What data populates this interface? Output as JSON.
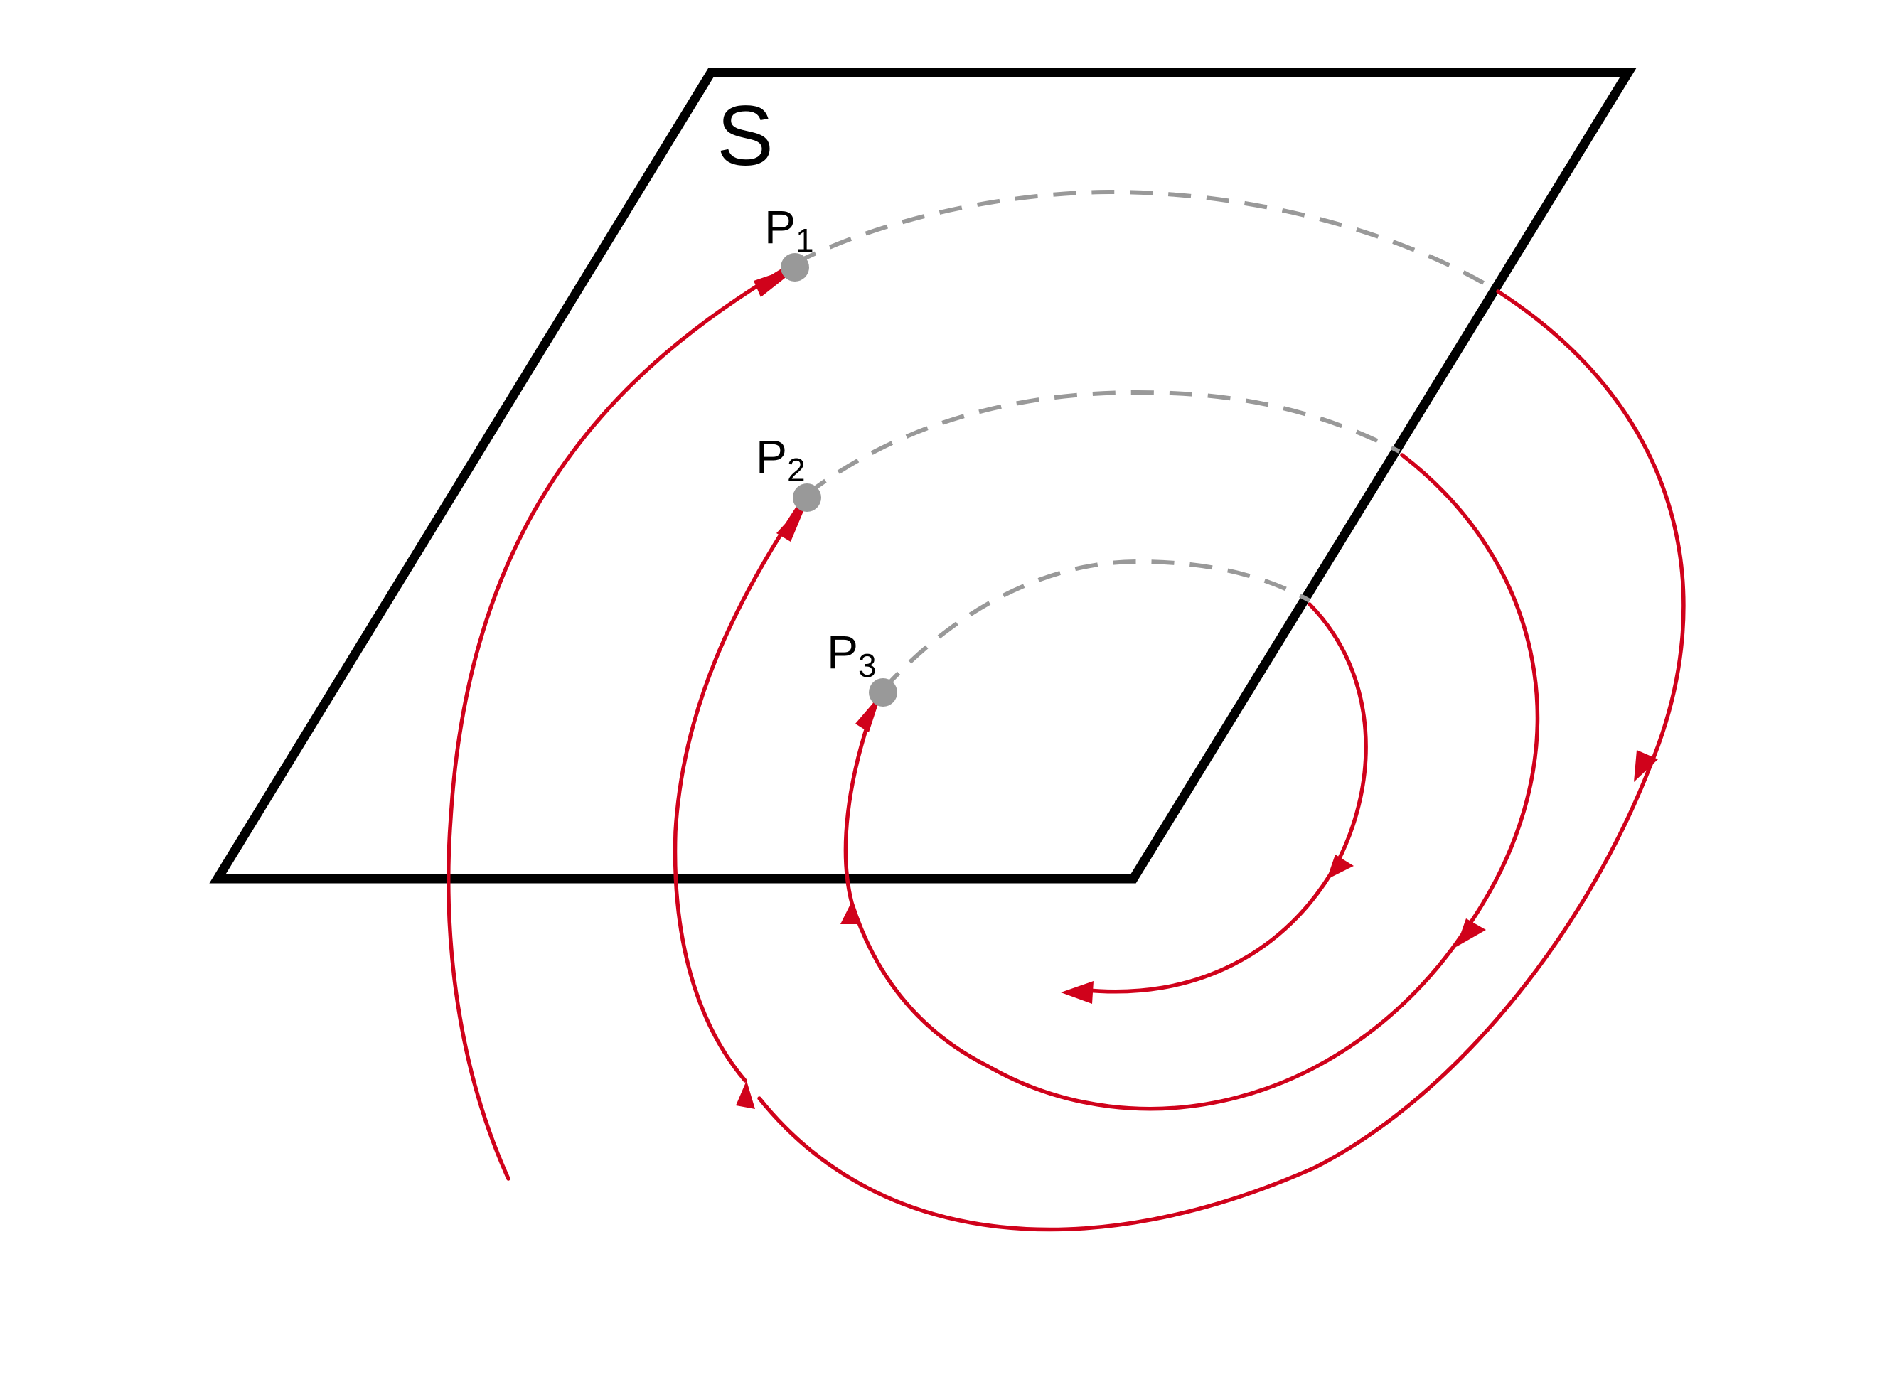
{
  "surface": {
    "label": "S"
  },
  "points": [
    {
      "base": "P",
      "sub": "1"
    },
    {
      "base": "P",
      "sub": "2"
    },
    {
      "base": "P",
      "sub": "3"
    }
  ],
  "colors": {
    "plane": "#000000",
    "trajectory": "#d0021b",
    "hidden": "#999999",
    "point": "#999999"
  }
}
